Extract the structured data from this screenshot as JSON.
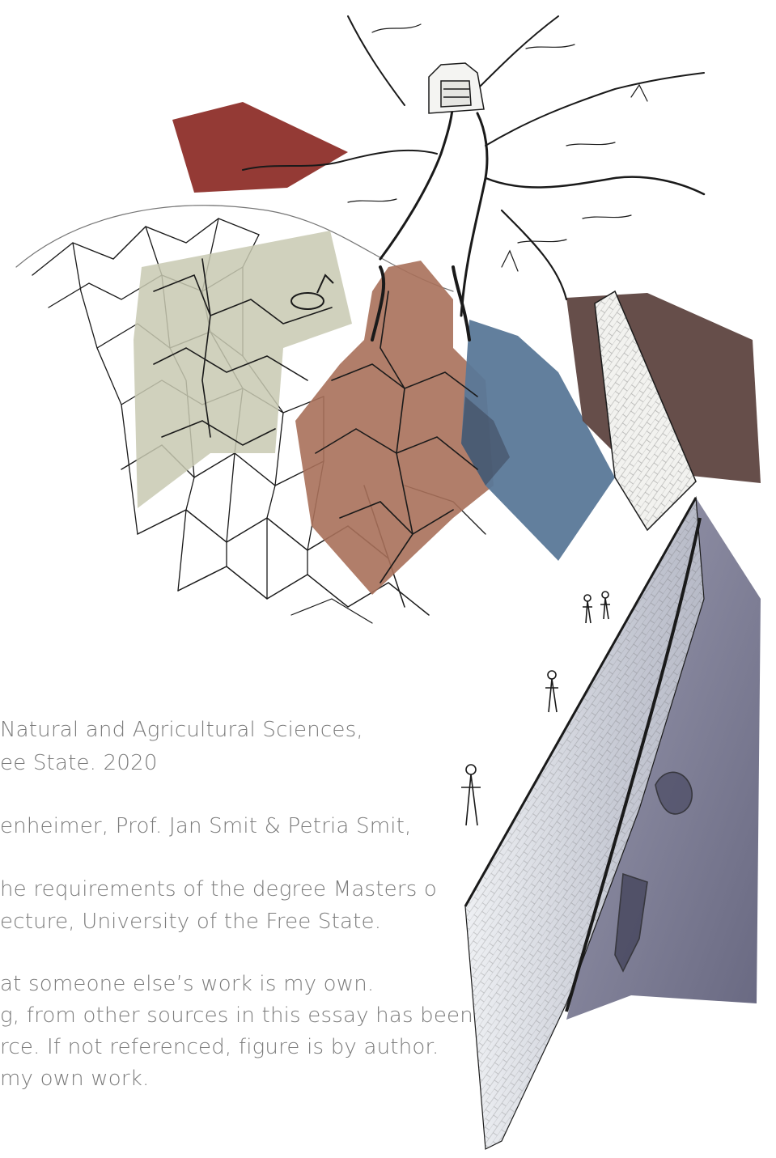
{
  "colors": {
    "red_shape": "#8e2f2a",
    "sage_shape": "#c8c9b2",
    "terracotta_shape": "#a9705a",
    "blue_shape": "#5a7898",
    "brown_shape": "#5e4440",
    "wall_shadow": "#6a6a85",
    "ink": "#1a1a1a",
    "text": "#7b7b7b"
  },
  "illustration": {
    "description_icon": "architectural-sketch-illustration"
  },
  "text_lines": [
    "Natural and Agricultural Sciences,",
    "ee State. 2020",
    "enheimer, Prof. Jan Smit & Petria Smit,",
    "he requirements of the degree Masters o",
    "ecture, University of the Free State.",
    "at someone else’s work is my own.",
    "g, from other sources in this essay has been",
    "rce. If not referenced, figure is by author.",
    "my own work."
  ]
}
